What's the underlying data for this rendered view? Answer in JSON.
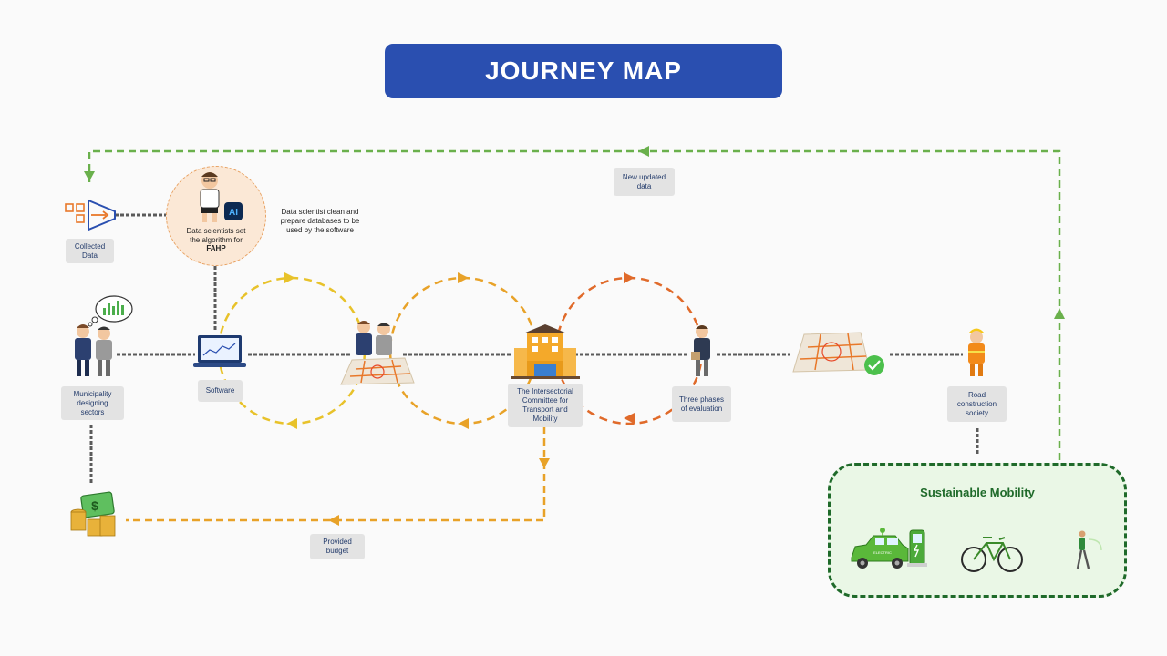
{
  "title": "JOURNEY MAP",
  "labels": {
    "collected_data": "Collected Data",
    "municipality": "Municipality designing sectors",
    "software": "Software",
    "committee": "The Intersectorial Committee for Transport and Mobility",
    "three_phases": "Three phases of evaluation",
    "road_society": "Road construction society",
    "new_data": "New updated data",
    "provided_budget": "Provided budget"
  },
  "scientists": {
    "line1": "Data scientists set",
    "line2": "the algorithm for",
    "algo": "FAHP",
    "ai_badge": "AI"
  },
  "note_clean": "Data scientist clean and prepare databases to be used by the software",
  "sustainable_mobility": "Sustainable Mobility",
  "car_sign": "ELECTRIC",
  "colors": {
    "title_bg": "#2a4fb0",
    "loop_green": "#6ab04c",
    "loop_yellow": "#e8c22a",
    "loop_amber": "#e8a228",
    "loop_orange": "#e06a2a",
    "mobility_border": "#1f6a2a",
    "mobility_fill": "#eaf7e6",
    "connector": "#5a5a5a"
  },
  "icons": [
    "funnel-icon",
    "thought-bubble-icon",
    "municipality-people-icon",
    "data-scientist-icon",
    "laptop-icon",
    "analyst-people-icon",
    "city-map-icon",
    "building-icon",
    "evaluator-icon",
    "checkmark-icon",
    "construction-worker-icon",
    "money-stack-icon",
    "electric-car-icon",
    "charging-station-icon",
    "bicycle-icon",
    "pedestrian-icon"
  ]
}
